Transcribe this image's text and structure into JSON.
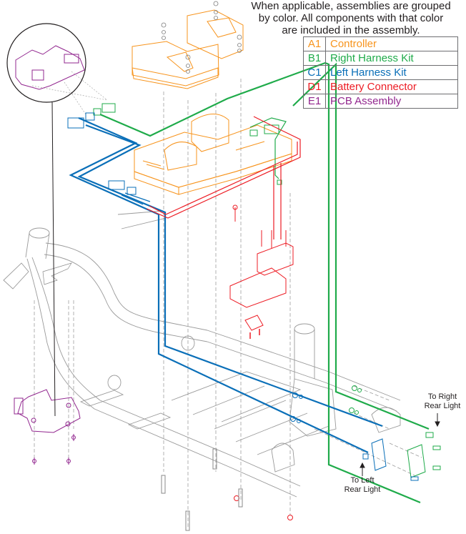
{
  "note": {
    "line1": "When applicable, assemblies are grouped",
    "line2": "by color. All components with that color",
    "line3": "are included in the assembly."
  },
  "legend": [
    {
      "code": "A1",
      "name": "Controller",
      "color": "#f7941d"
    },
    {
      "code": "B1",
      "name": "Right Harness Kit",
      "color": "#1fab4a"
    },
    {
      "code": "C1",
      "name": "Left Harness Kit",
      "color": "#0a6fb8"
    },
    {
      "code": "D1",
      "name": "Battery Connector",
      "color": "#ed1c24"
    },
    {
      "code": "E1",
      "name": "PCB Assembly",
      "color": "#92278f"
    }
  ],
  "callouts": {
    "right_line1": "To Right",
    "right_line2": "Rear Light",
    "left_line1": "To Left",
    "left_line2": "Rear Light"
  }
}
